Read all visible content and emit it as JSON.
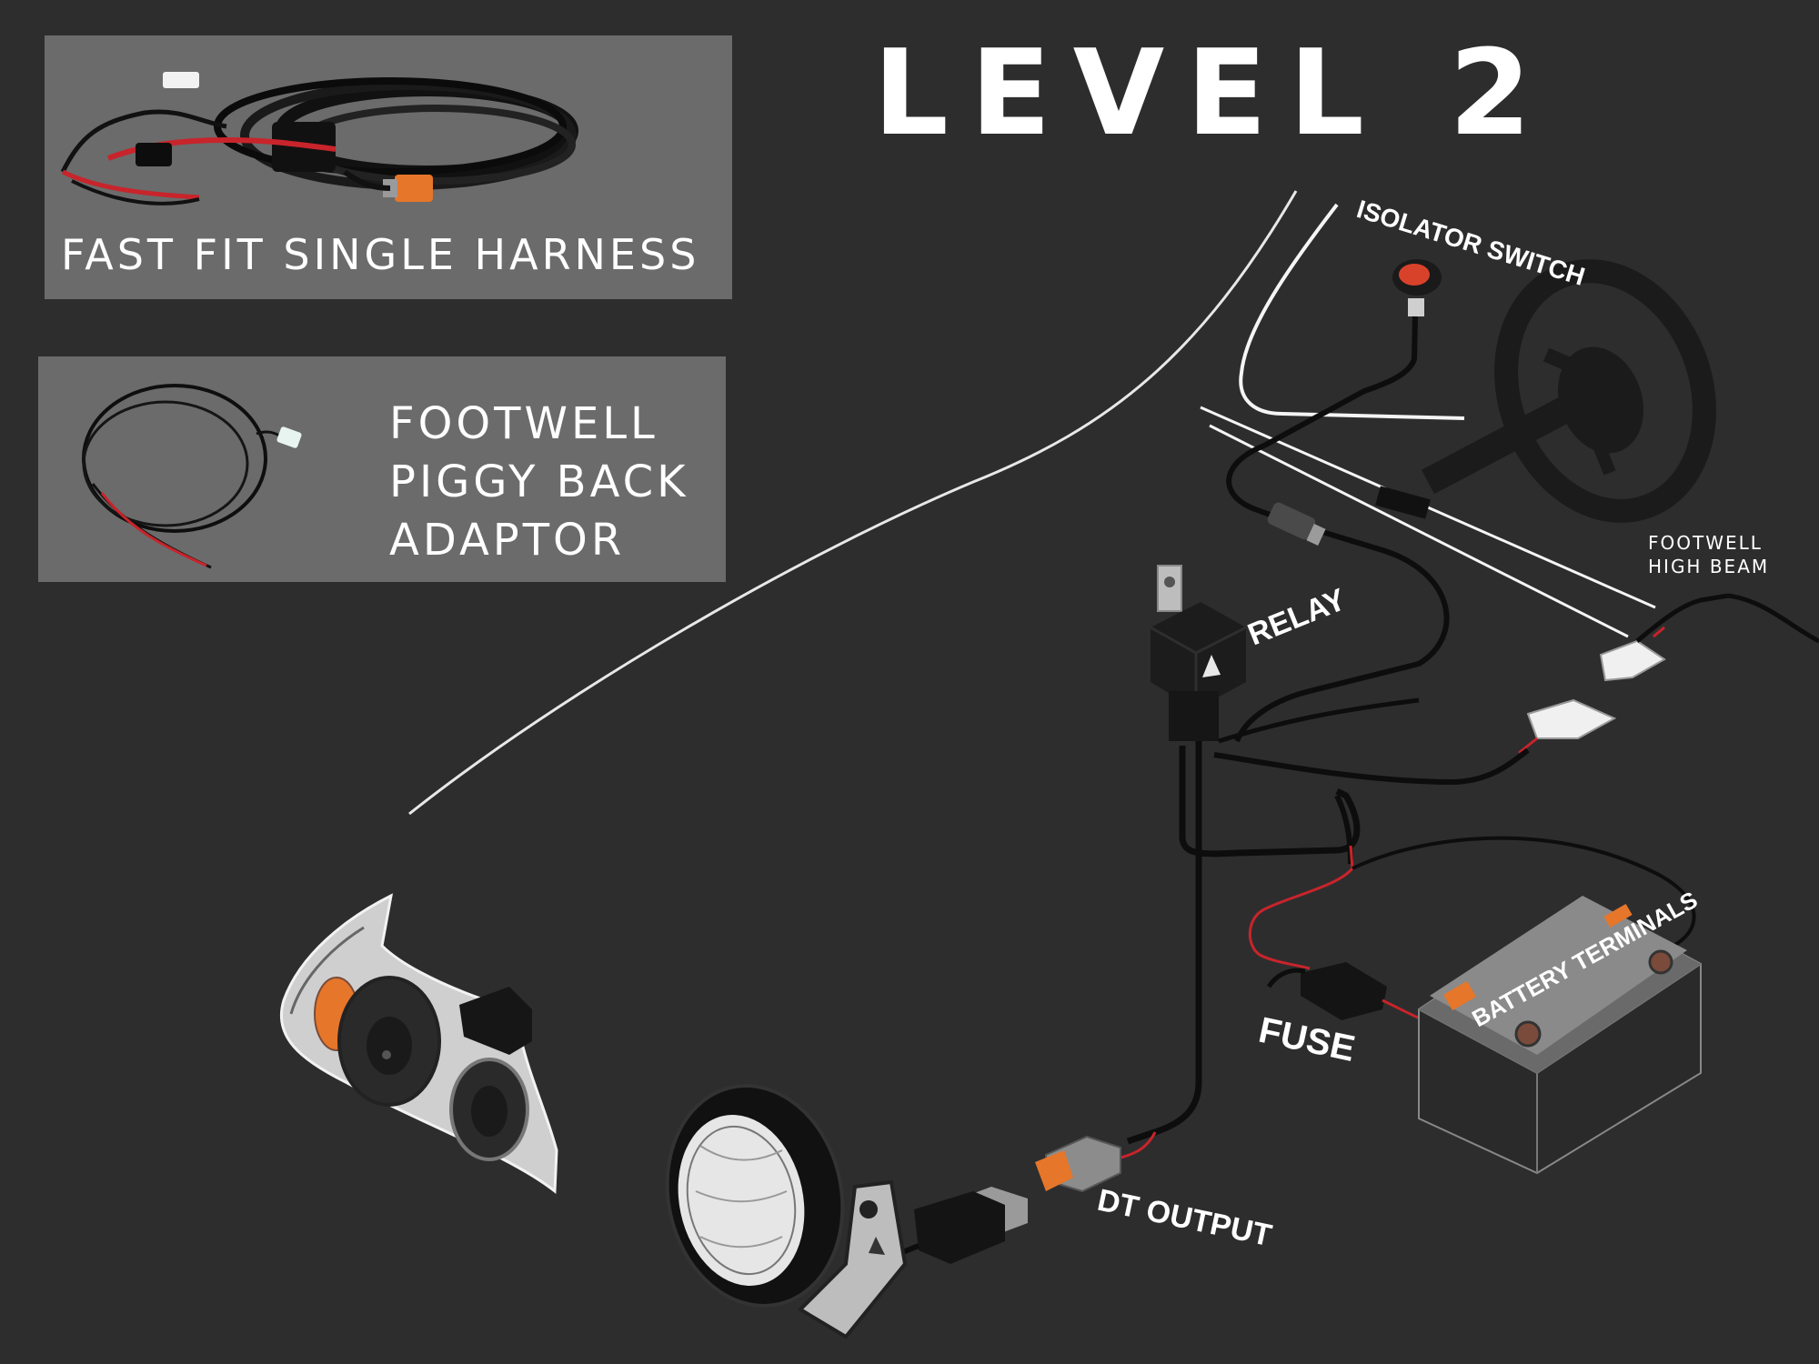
{
  "title": "LEVEL 2",
  "products": {
    "harness": {
      "label": "FAST FIT SINGLE HARNESS"
    },
    "adaptor": {
      "label_lines": [
        "FOOTWELL",
        "PIGGY BACK",
        "ADAPTOR"
      ]
    }
  },
  "diagram_labels": {
    "isolator_switch": "ISOLATOR SWITCH",
    "relay": "RELAY",
    "footwell_high_beam": [
      "FOOTWELL",
      "HIGH BEAM"
    ],
    "battery_terminals": "BATTERY TERMINALS",
    "fuse": "FUSE",
    "dt_output": "DT OUTPUT"
  },
  "colors": {
    "background": "#2d2d2e",
    "panel": "#6b6b6b",
    "wire_black": "#0d0d0d",
    "wire_red": "#c8242b",
    "connector_orange": "#e6762a",
    "switch_red": "#d9422a",
    "outline_white": "#ffffff"
  }
}
